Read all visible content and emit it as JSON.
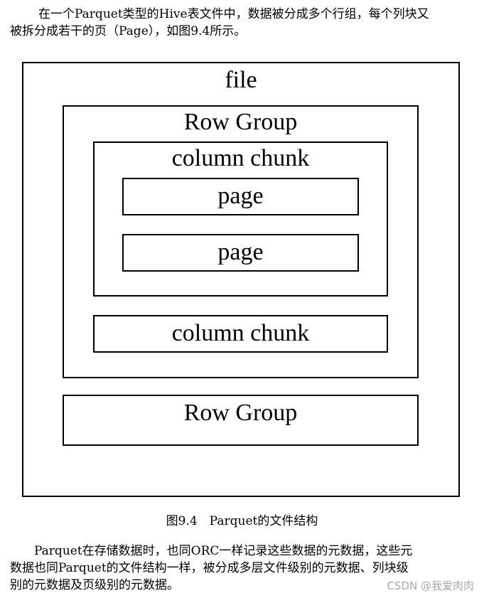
{
  "intro": {
    "line1": "在一个Parquet类型的Hive表文件中，数据被分成多个行组，每个列块又",
    "line2": "被拆分成若干的页（Page），如图9.4所示。"
  },
  "diagram": {
    "file_label": "file",
    "row_group_1_label": "Row Group",
    "column_chunk_1_label": "column chunk",
    "page_1_label": "page",
    "page_2_label": "page",
    "column_chunk_2_label": "column chunk",
    "row_group_2_label": "Row Group"
  },
  "caption": "图9.4　Parquet的文件结构",
  "outro": {
    "line1": "Parquet在存储数据时，也同ORC一样记录这些数据的元数据，这些元",
    "line2": "数据也同Parquet的文件结构一样，被分成多层文件级别的元数据、列块级",
    "line3": "别的元数据及页级别的元数据。"
  },
  "watermark": "CSDN @我爱肉肉"
}
